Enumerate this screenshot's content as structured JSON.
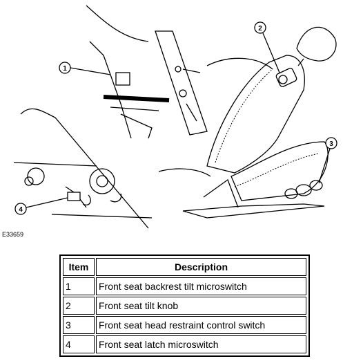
{
  "figure_id": "E33659",
  "callouts": [
    "1",
    "2",
    "3",
    "4"
  ],
  "table": {
    "headers": {
      "item": "Item",
      "description": "Description"
    },
    "rows": [
      {
        "item": "1",
        "description": "Front seat backrest tilt microswitch"
      },
      {
        "item": "2",
        "description": "Front seat tilt knob"
      },
      {
        "item": "3",
        "description": "Front seat head restraint control switch"
      },
      {
        "item": "4",
        "description": "Front seat latch microswitch"
      }
    ]
  }
}
